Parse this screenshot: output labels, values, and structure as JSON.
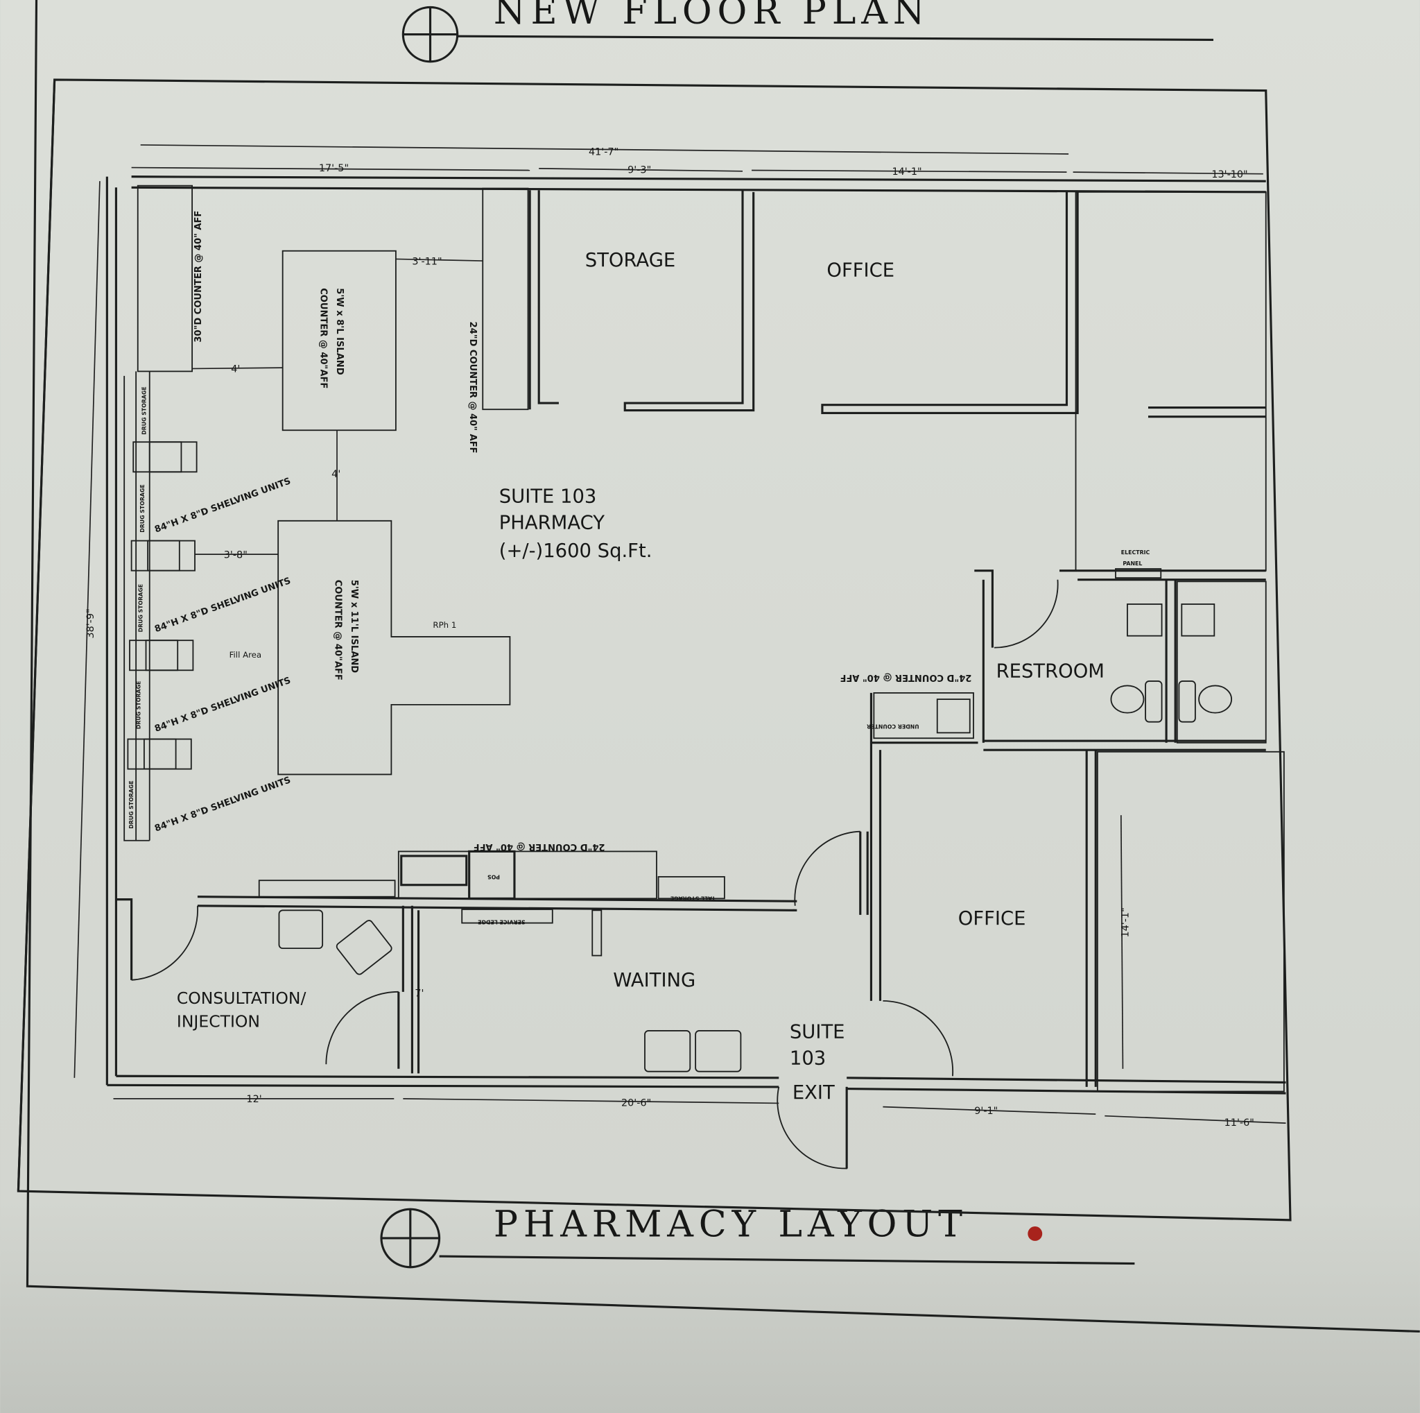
{
  "titles": {
    "top": "NEW FLOOR PLAN",
    "bottom": "PHARMACY LAYOUT"
  },
  "suite": {
    "name": "SUITE 103",
    "use": "PHARMACY",
    "area": "(+/-)1600 Sq.Ft."
  },
  "rooms": {
    "storage": "STORAGE",
    "office_top": "OFFICE",
    "restroom": "RESTROOM",
    "office_right": "OFFICE",
    "waiting": "WAITING",
    "consultation_1": "CONSULTATION/",
    "consultation_2": "INJECTION",
    "exit_1": "SUITE",
    "exit_2": "103",
    "exit_3": "EXIT"
  },
  "dimensions": {
    "overall_width": "41'-7\"",
    "seg1": "17'-5\"",
    "seg2": "9'-3\"",
    "seg3": "14'-1\"",
    "seg4": "13'-10\"",
    "depth": "38'-9\"",
    "bottom1": "12'",
    "bottom2": "20'-6\"",
    "bottom3": "9'-1\"",
    "bottom4": "11'-6\"",
    "island_gap": "3'-11\"",
    "counter_gap": "4'",
    "island_between": "4'",
    "shelf_gap": "3'-8\"",
    "consult_door": "7'",
    "office_depth": "14'-1\""
  },
  "annotations": {
    "island1_a": "5'W x 8'L ISLAND",
    "island1_b": "COUNTER @ 40\"AFF",
    "island2_a": "5'W x 11'L ISLAND",
    "island2_b": "COUNTER @ 40\"AFF",
    "counter_left": "30\"D COUNTER @ 40\" AFF",
    "counter_mid": "24\"D COUNTER @ 40\" AFF",
    "counter_front": "24\"D COUNTER @ 40\" AFF",
    "counter_restroom": "24\"D COUNTER @ 40\" AFF",
    "under_counter": "UNDER COUNTER",
    "shelving": "84\"H X 8\"D SHELVING UNITS",
    "drug_storage": "DRUG STORAGE",
    "fill_area": "Fill Area",
    "rph": "RPh 1",
    "pos": "POS",
    "tall_storage": "TALL STORAGE",
    "service_ledge": "SERVICE LEDGE",
    "electric_panel_1": "ELECTRIC",
    "electric_panel_2": "PANEL"
  },
  "colors": {
    "paper": "#d8dbd5",
    "ink": "#1d1f1e",
    "mark": "#a8231c"
  }
}
